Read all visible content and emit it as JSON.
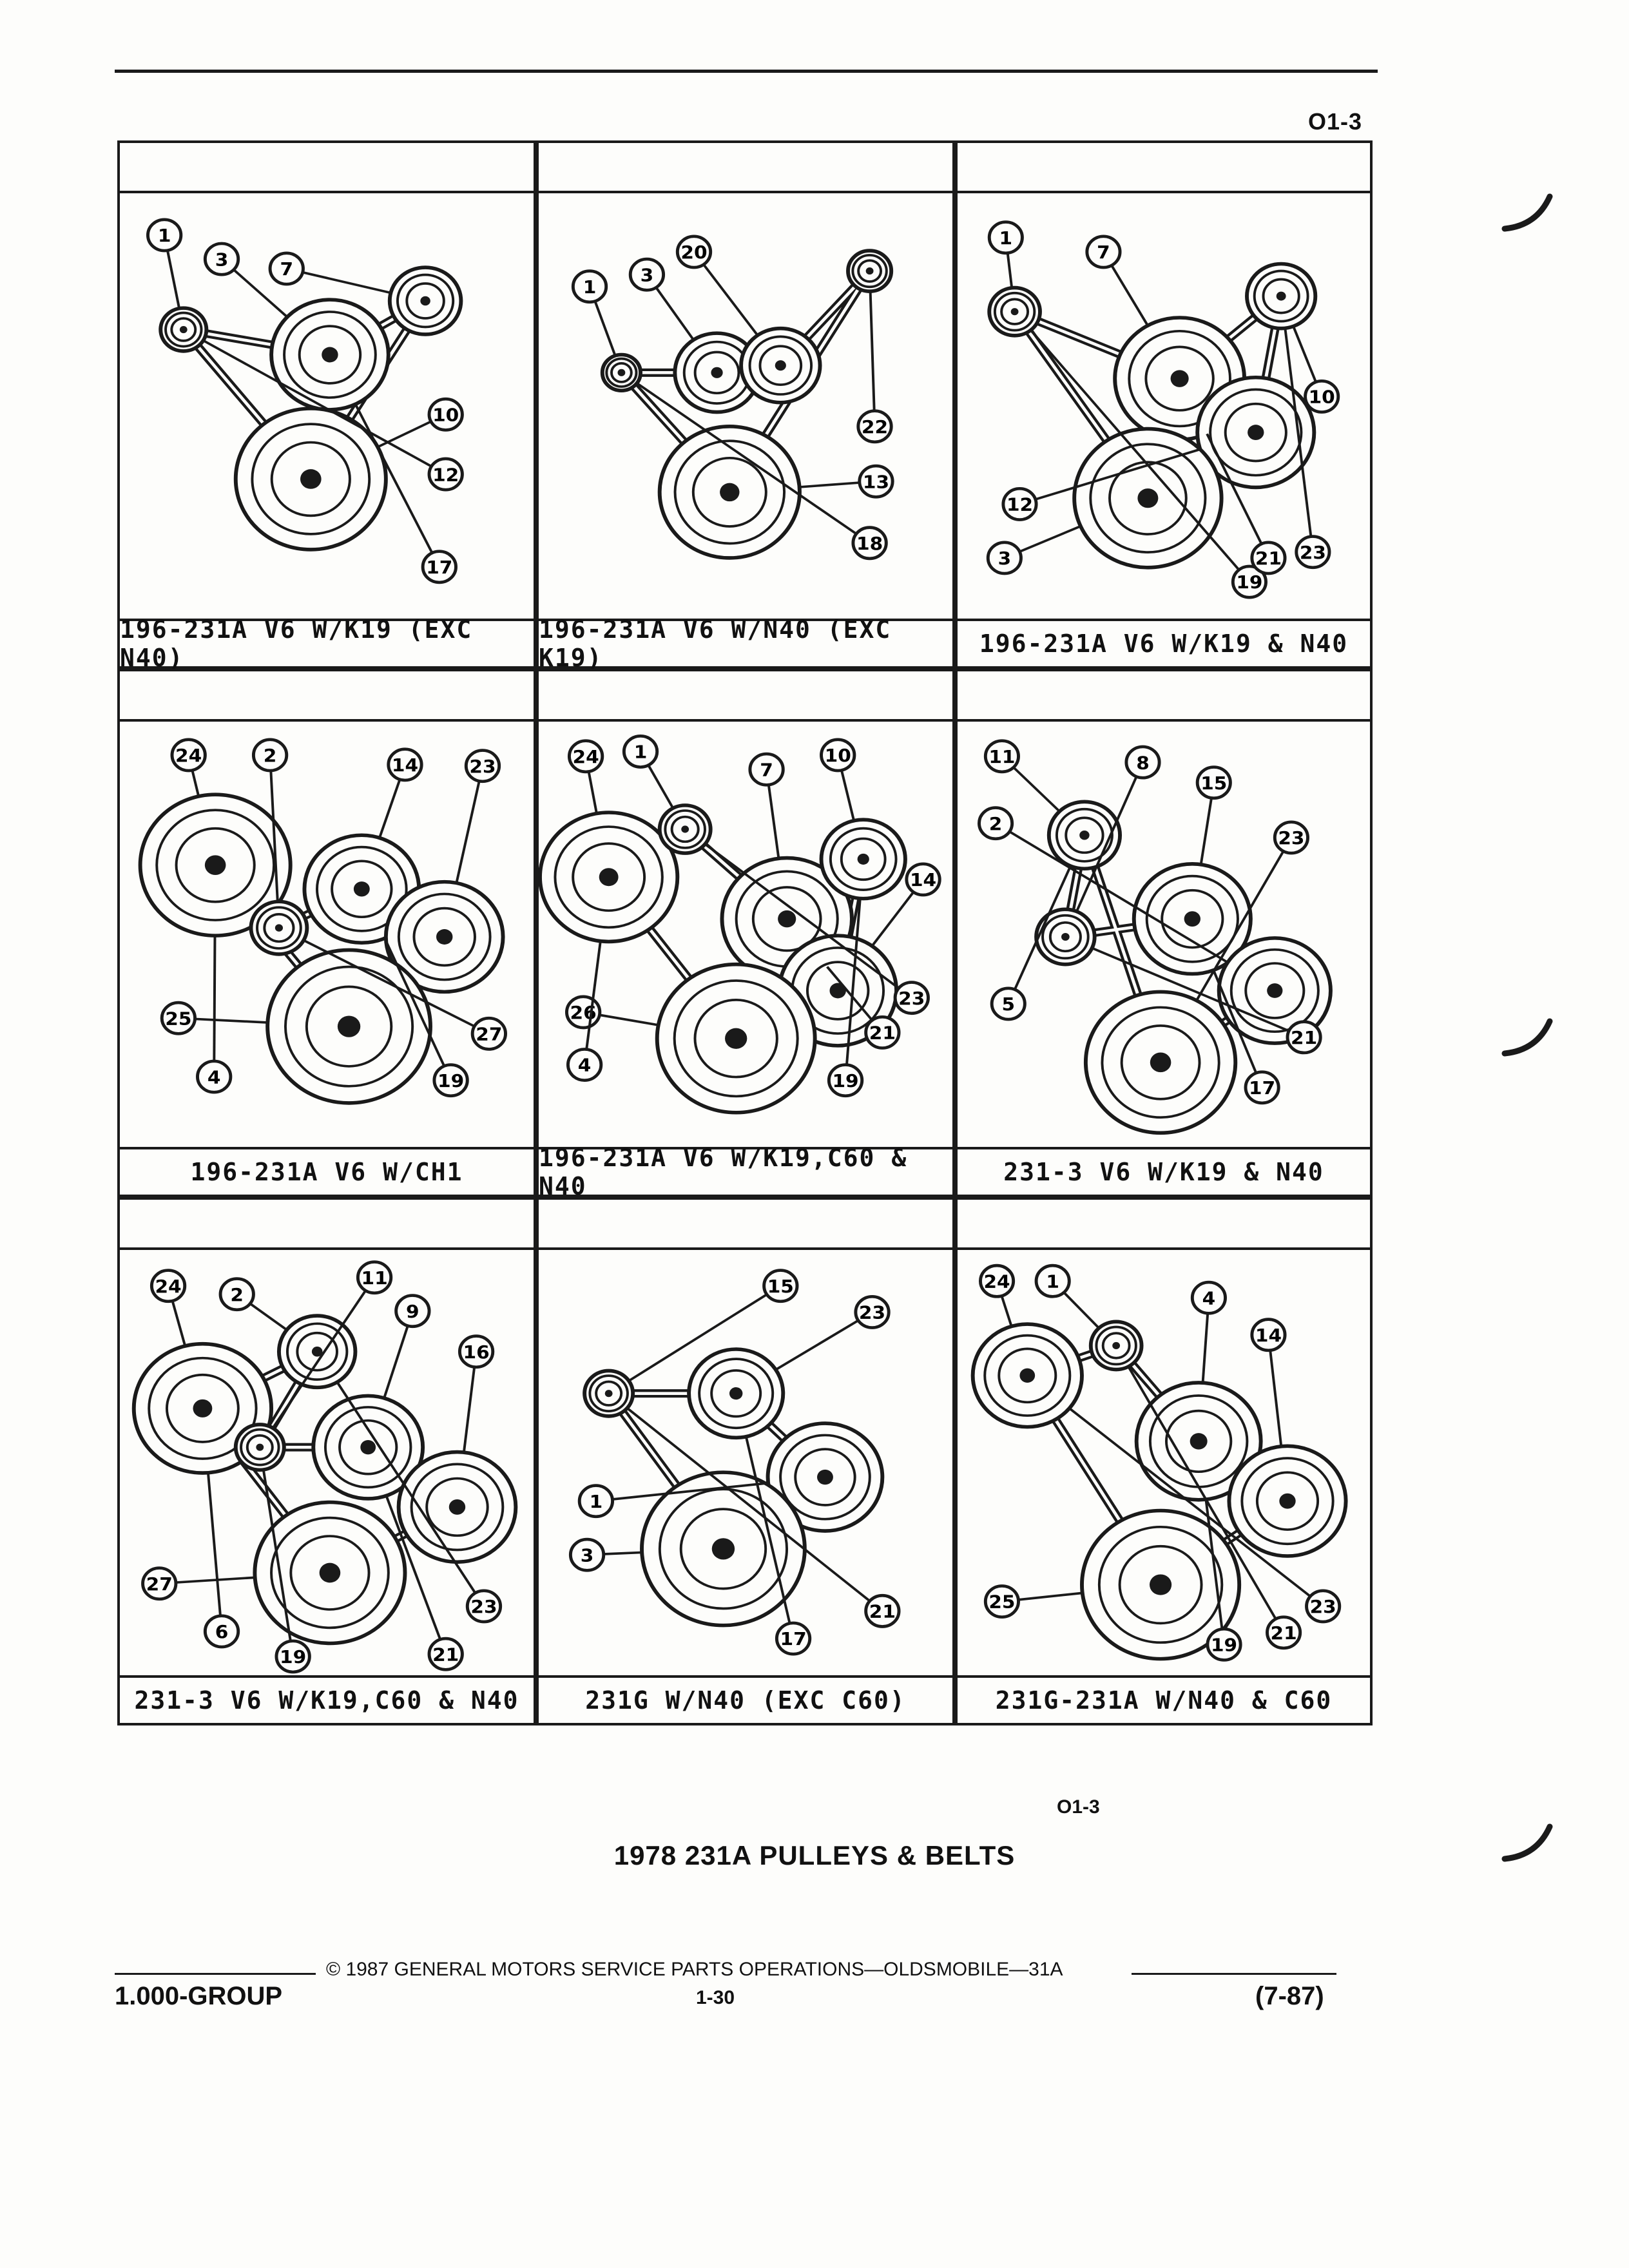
{
  "header": {
    "page_code": "O1-3"
  },
  "diagrams": [
    {
      "caption": "196-231A V6 W/K19 (EXC N40)",
      "callouts": [
        "1",
        "3",
        "7",
        "10",
        "12",
        "17"
      ]
    },
    {
      "caption": "196-231A V6 W/N40 (EXC K19)",
      "callouts": [
        "1",
        "3",
        "20",
        "22",
        "13",
        "18"
      ]
    },
    {
      "caption": "196-231A V6 W/K19 & N40",
      "callouts": [
        "1",
        "7",
        "10",
        "12",
        "3",
        "19",
        "21",
        "23"
      ]
    },
    {
      "caption": "196-231A V6 W/CH1",
      "callouts": [
        "24",
        "2",
        "14",
        "23",
        "25",
        "4",
        "27",
        "19"
      ]
    },
    {
      "caption": "196-231A V6 W/K19,C60 & N40",
      "callouts": [
        "24",
        "1",
        "7",
        "10",
        "14",
        "26",
        "4",
        "23",
        "21",
        "19"
      ]
    },
    {
      "caption": "231-3 V6 W/K19 & N40",
      "callouts": [
        "11",
        "8",
        "15",
        "2",
        "23",
        "5",
        "21",
        "17"
      ]
    },
    {
      "caption": "231-3 V6 W/K19,C60 & N40",
      "callouts": [
        "24",
        "2",
        "11",
        "9",
        "16",
        "27",
        "6",
        "23",
        "19",
        "21"
      ]
    },
    {
      "caption": "231G W/N40 (EXC C60)",
      "callouts": [
        "15",
        "23",
        "1",
        "3",
        "21",
        "17"
      ]
    },
    {
      "caption": "231G-231A W/N40 & C60",
      "callouts": [
        "24",
        "1",
        "4",
        "14",
        "25",
        "23",
        "21",
        "19"
      ]
    }
  ],
  "bottom": {
    "page_code": "O1-3",
    "title": "1978 231A PULLEYS & BELTS"
  },
  "footer": {
    "copyright": "© 1987 GENERAL MOTORS SERVICE PARTS OPERATIONS—OLDSMOBILE—31A",
    "group": "1.000-GROUP",
    "page": "1-30",
    "revision": "(7-87)"
  }
}
